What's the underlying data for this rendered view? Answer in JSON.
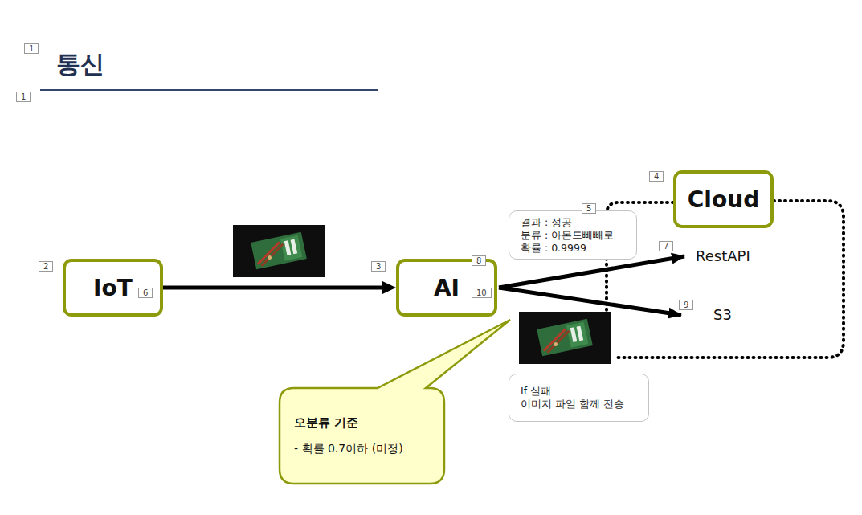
{
  "diagram": {
    "title": "통신",
    "nodes": [
      {
        "text": [
          "IoT"
        ]
      },
      {
        "text": [
          "AI"
        ]
      },
      {
        "text": [
          "Cloud"
        ]
      },
      {
        "text": [
          "결과 : 성공",
          "분류 : 아몬드빼빼로",
          "확률 : 0.9999"
        ]
      },
      {
        "text": [
          "If 실패",
          "이미지 파일 함께 전송"
        ]
      },
      {
        "text": [
          "오분류 기준",
          "- 확률 0.7이하 (미정)"
        ]
      }
    ],
    "edges": [
      {
        "from": 0,
        "to": 1,
        "arrow": "to"
      }
    ],
    "labels": [
      "1",
      "1",
      "2",
      "6",
      "3",
      "8",
      "10",
      "4",
      "5",
      "7",
      "9",
      "RestAPI",
      "S3"
    ]
  }
}
